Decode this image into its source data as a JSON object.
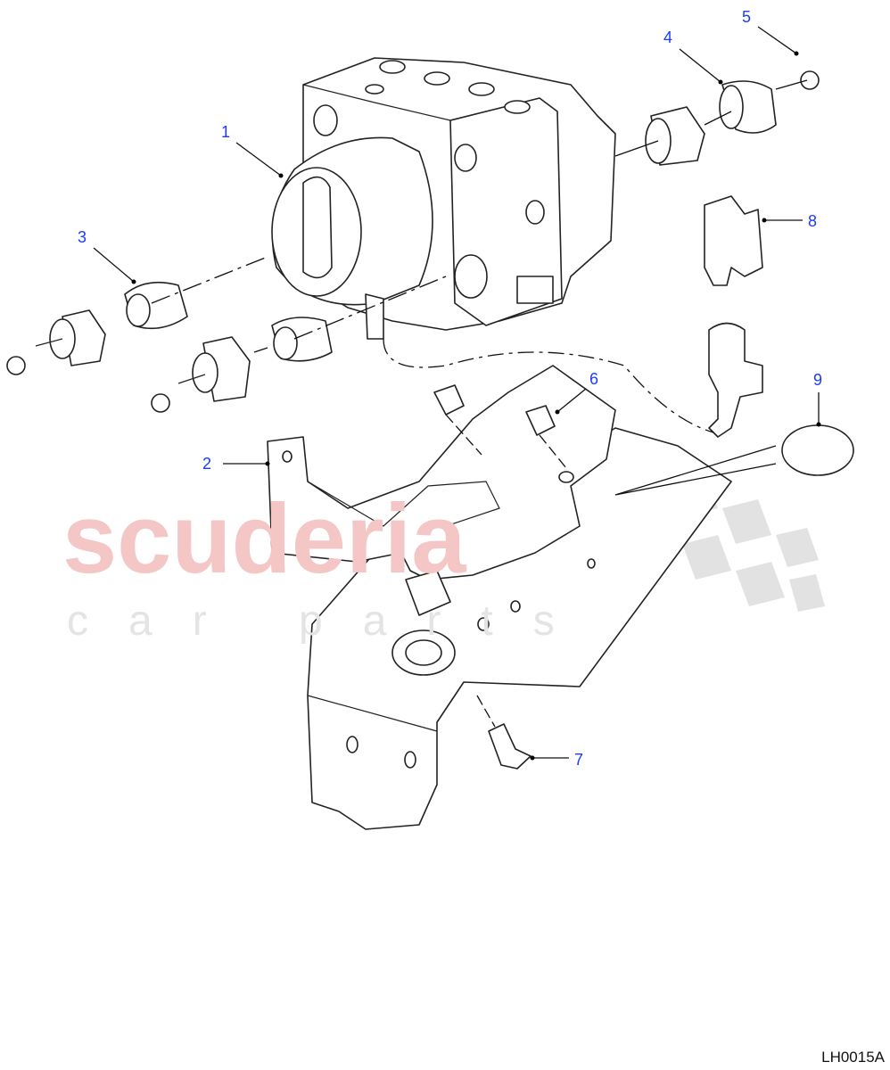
{
  "diagram": {
    "reference_code": "LH0015A",
    "watermark": {
      "line1": "scuderia",
      "line2": "car parts"
    },
    "callouts": [
      {
        "number": "1"
      },
      {
        "number": "2"
      },
      {
        "number": "3"
      },
      {
        "number": "4"
      },
      {
        "number": "5"
      },
      {
        "number": "6"
      },
      {
        "number": "7"
      },
      {
        "number": "8"
      },
      {
        "number": "9"
      }
    ],
    "colors": {
      "callout_text": "#1a3cff",
      "watermark": "#f4c6c6"
    }
  }
}
